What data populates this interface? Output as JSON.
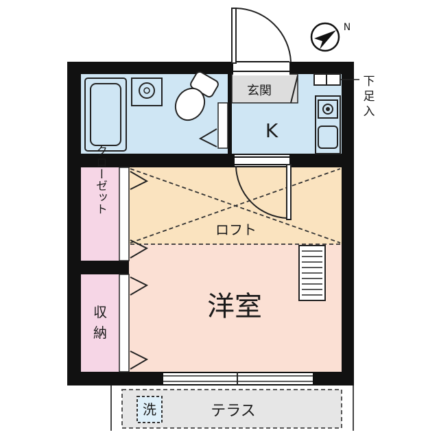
{
  "rooms": {
    "genkan": "玄関",
    "kitchen": "K",
    "loft": "ロフト",
    "yoshitsu": "洋室",
    "closet_label": "クローゼット",
    "storage": [
      "収",
      "納"
    ],
    "terrace": "テラス",
    "washer": "洗",
    "shoe_box": [
      "下",
      "足",
      "入"
    ]
  },
  "compass": {
    "north": "N"
  },
  "colors": {
    "wall": "#111111",
    "bath": "#cfe6f4",
    "kitchen": "#cfe6f4",
    "loft": "#fae3bf",
    "room": "#fbe0d4",
    "closet": "#f6d6e6",
    "terrace": "#e6e6e6",
    "genkan": "#dddddd"
  }
}
